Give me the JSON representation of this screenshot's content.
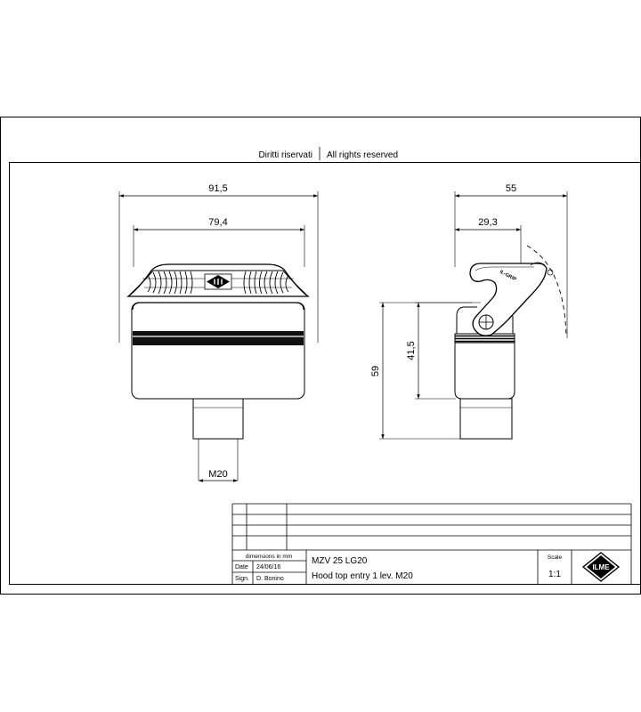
{
  "header": {
    "rights_it": "Diritti riservati",
    "rights_en": "All rights reserved"
  },
  "front_view": {
    "dim_overall_width": "91,5",
    "dim_inner_width": "79,4",
    "dim_cable_entry": "M20"
  },
  "side_view": {
    "dim_overall_depth": "55",
    "dim_lever_offset": "29,3",
    "dim_overall_height": "59",
    "dim_body_height": "41,5",
    "lever_marking": "IL-GRIP"
  },
  "title_block": {
    "units_note": "dimensions in mm",
    "date_label": "Date",
    "date_value": "24/06/16",
    "sign_label": "Sign.",
    "sign_value": "D. Bonino",
    "part_code": "MZV 25 LG20",
    "part_description": "Hood top entry 1 lev. M20",
    "scale_label": "Scale",
    "scale_value": "1:1",
    "logo_text": "ILME"
  }
}
